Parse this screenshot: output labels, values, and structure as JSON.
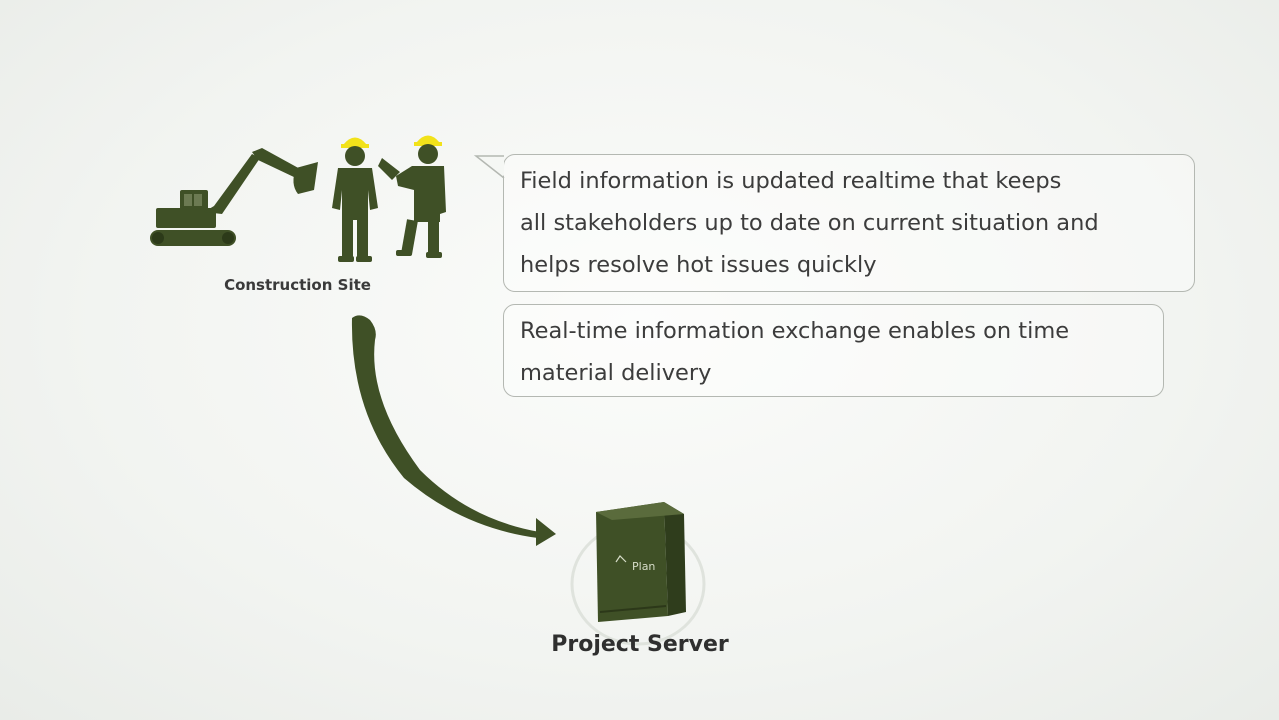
{
  "site": {
    "label": "Construction Site"
  },
  "server": {
    "label": "Project Server",
    "logo_text": "Plan"
  },
  "callouts": [
    {
      "lines": [
        "Field information is updated realtime that keeps",
        "all stakeholders up to date on current situation and",
        "helps resolve hot issues quickly"
      ]
    },
    {
      "lines": [
        "Real-time information exchange enables on time",
        "material delivery"
      ]
    }
  ],
  "colors": {
    "icon_green": "#3f5026",
    "helmet_yellow": "#f2e21a",
    "text": "#3c3c3c",
    "callout_border": "#b4b8b2"
  },
  "icons": [
    "excavator-icon",
    "worker-icon",
    "worker-with-tablet-icon",
    "flow-arrow-icon",
    "server-icon"
  ]
}
